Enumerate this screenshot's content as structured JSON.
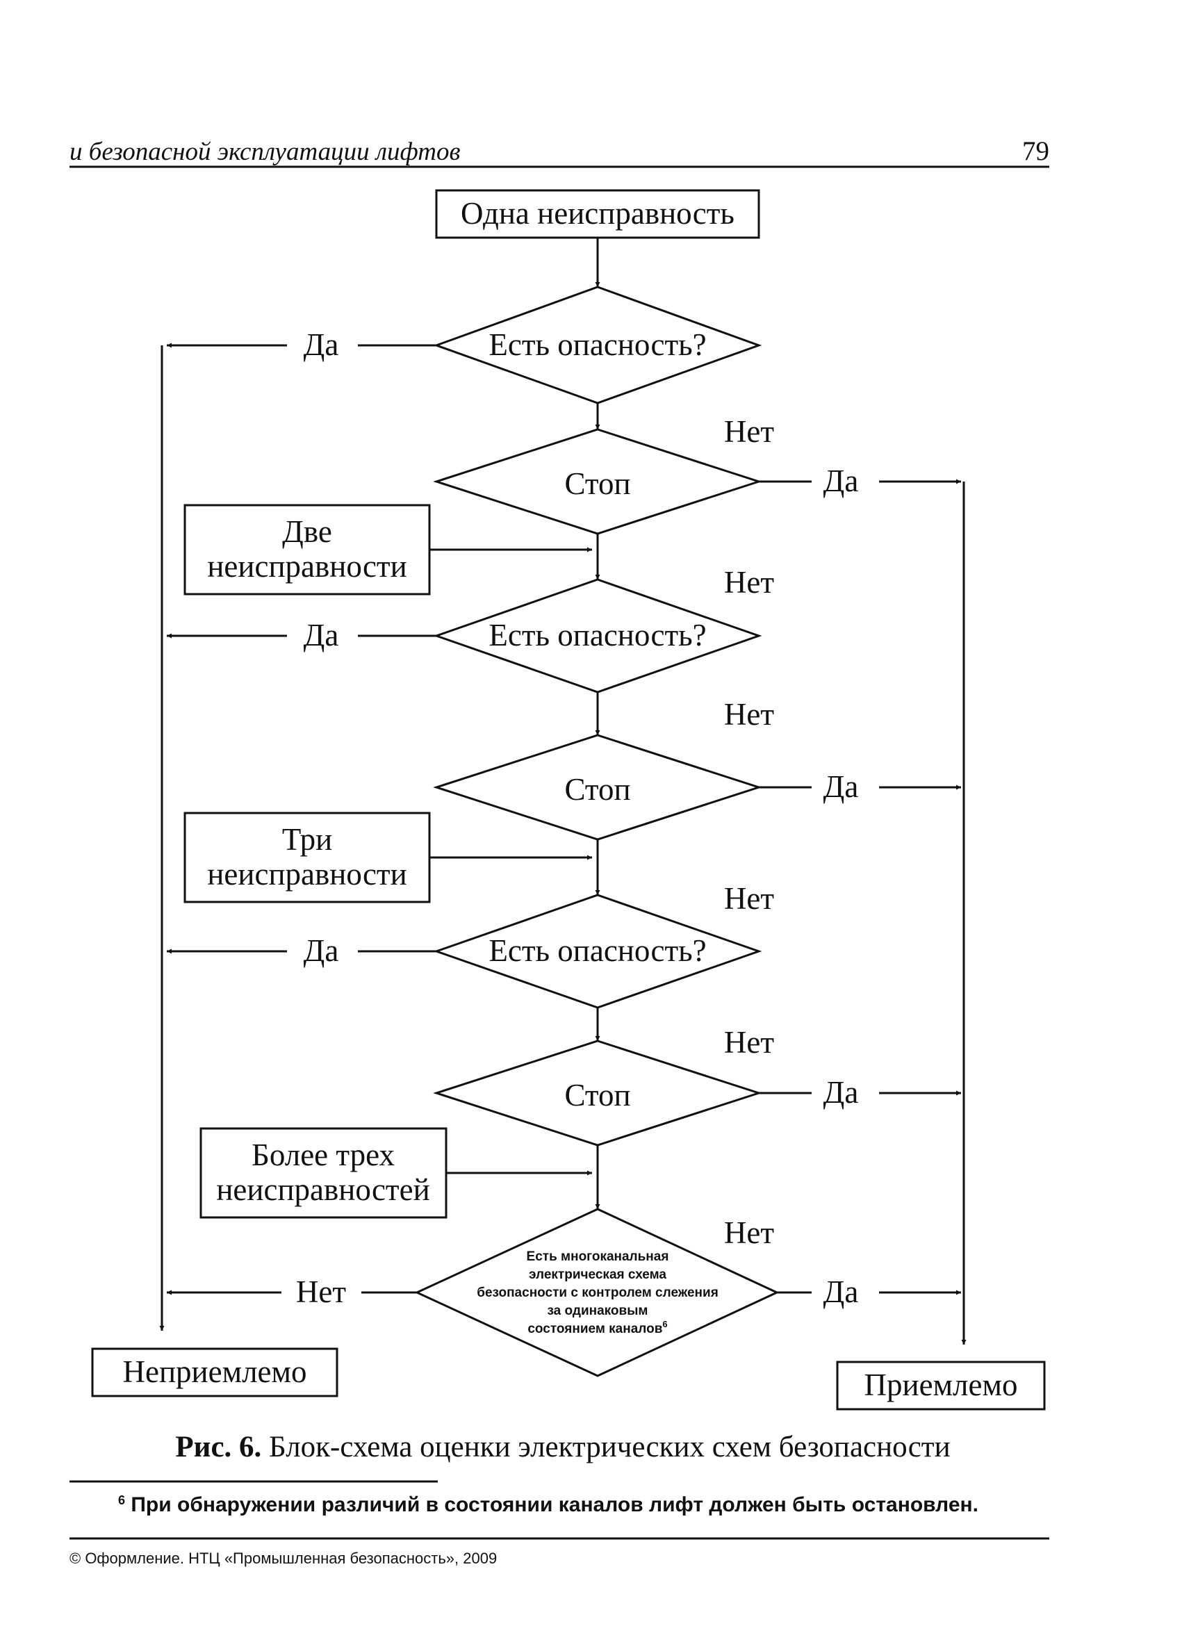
{
  "header": {
    "running_title": "и безопасной эксплуатации лифтов",
    "page_number": "79"
  },
  "flowchart": {
    "start": "Одна неисправность",
    "hazard_question": "Есть опасность?",
    "stop": "Стоп",
    "two_faults": [
      "Две",
      "неисправности"
    ],
    "three_faults": [
      "Три",
      "неисправности"
    ],
    "more_faults": [
      "Более трех",
      "неисправностей"
    ],
    "final_question": [
      "Есть многоканальная",
      "электрическая схема",
      "безопасности с контролем слежения",
      "за одинаковым",
      "состоянием каналов"
    ],
    "footnote_mark": "6",
    "yes": "Да",
    "no": "Нет",
    "unacceptable": "Неприемлемо",
    "acceptable": "Приемлемо"
  },
  "caption": {
    "prefix": "Рис. 6.",
    "text": "Блок-схема оценки электрических схем безопасности"
  },
  "footnote": {
    "mark": "6",
    "text": "При обнаружении различий в состоянии каналов лифт должен быть остановлен."
  },
  "copyright": "© Оформление. НТЦ «Промышленная безопасность», 2009",
  "colors": {
    "ink": "#111111",
    "paper": "#ffffff"
  }
}
